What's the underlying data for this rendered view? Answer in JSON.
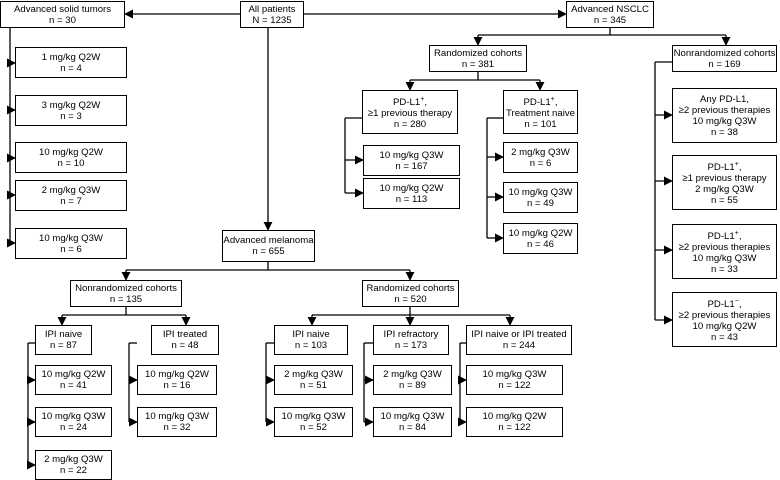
{
  "root": {
    "title": "All patients",
    "n": "N = 1235"
  },
  "solid": {
    "title": "Advanced solid tumors",
    "n": "n = 30",
    "cohorts": [
      {
        "dose": "1 mg/kg Q2W",
        "n": "n = 4"
      },
      {
        "dose": "3 mg/kg Q2W",
        "n": "n = 3"
      },
      {
        "dose": "10 mg/kg Q2W",
        "n": "n = 10"
      },
      {
        "dose": "2 mg/kg Q3W",
        "n": "n = 7"
      },
      {
        "dose": "10 mg/kg Q3W",
        "n": "n = 6"
      }
    ]
  },
  "nsclc": {
    "title": "Advanced NSCLC",
    "n": "n = 345",
    "randomized": {
      "title": "Randomized cohorts",
      "n": "n = 381",
      "pdl1_prev": {
        "line1": "PD-L1",
        "sup": "+",
        "line1_tail": ",",
        "line2": "≥1 previous therapy",
        "n": "n = 280",
        "arms": [
          {
            "dose": "10 mg/kg Q3W",
            "n": "n = 167"
          },
          {
            "dose": "10 mg/kg Q2W",
            "n": "n = 113"
          }
        ]
      },
      "pdl1_naive": {
        "line1": "PD-L1",
        "sup": "+",
        "line1_tail": ",",
        "line2": "Treatment naive",
        "n": "n = 101",
        "arms": [
          {
            "dose": "2 mg/kg Q3W",
            "n": "n = 6"
          },
          {
            "dose": "10 mg/kg Q3W",
            "n": "n = 49"
          },
          {
            "dose": "10 mg/kg Q2W",
            "n": "n = 46"
          }
        ]
      }
    },
    "nonrandomized": {
      "title": "Nonrandomized cohorts",
      "n": "n = 169",
      "cohorts": [
        {
          "l1": "Any PD-L1,",
          "l2": "≥2 previous therapies",
          "l3": "10 mg/kg Q3W",
          "n": "n = 38"
        },
        {
          "l1": "PD-L1",
          "sup": "+",
          "l1_tail": ",",
          "l2": "≥1 previous therapy",
          "l3": "2 mg/kg Q3W",
          "n": "n = 55"
        },
        {
          "l1": "PD-L1",
          "sup": "+",
          "l1_tail": ",",
          "l2": "≥2 previous therapies",
          "l3": "10 mg/kg Q3W",
          "n": "n = 33"
        },
        {
          "l1": "PD-L1",
          "sup": "−",
          "l1_tail": ",",
          "l2": "≥2 previous therapies",
          "l3": "10 mg/kg Q2W",
          "n": "n = 43"
        }
      ]
    }
  },
  "melanoma": {
    "title": "Advanced melanoma",
    "n": "n = 655",
    "nonrandomized": {
      "title": "Nonrandomized cohorts",
      "n": "n = 135",
      "ipi_naive": {
        "title": "IPI naive",
        "n": "n = 87",
        "arms": [
          {
            "dose": "10 mg/kg Q2W",
            "n": "n = 41"
          },
          {
            "dose": "10 mg/kg Q3W",
            "n": "n = 24"
          },
          {
            "dose": "2 mg/kg Q3W",
            "n": "n = 22"
          }
        ]
      },
      "ipi_treated": {
        "title": "IPI treated",
        "n": "n = 48",
        "arms": [
          {
            "dose": "10 mg/kg Q2W",
            "n": "n = 16"
          },
          {
            "dose": "10 mg/kg Q3W",
            "n": "n = 32"
          }
        ]
      }
    },
    "randomized": {
      "title": "Randomized cohorts",
      "n": "n = 520",
      "ipi_naive": {
        "title": "IPI naive",
        "n": "n = 103",
        "arms": [
          {
            "dose": "2 mg/kg Q3W",
            "n": "n = 51"
          },
          {
            "dose": "10 mg/kg Q3W",
            "n": "n = 52"
          }
        ]
      },
      "ipi_refractory": {
        "title": "IPI refractory",
        "n": "n = 173",
        "arms": [
          {
            "dose": "2 mg/kg Q3W",
            "n": "n = 89"
          },
          {
            "dose": "10 mg/kg Q3W",
            "n": "n = 84"
          }
        ]
      },
      "ipi_either": {
        "title": "IPI naive or IPI treated",
        "n": "n = 244",
        "arms": [
          {
            "dose": "10 mg/kg Q3W",
            "n": "n = 122"
          },
          {
            "dose": "10 mg/kg Q2W",
            "n": "n = 122"
          }
        ]
      }
    }
  }
}
